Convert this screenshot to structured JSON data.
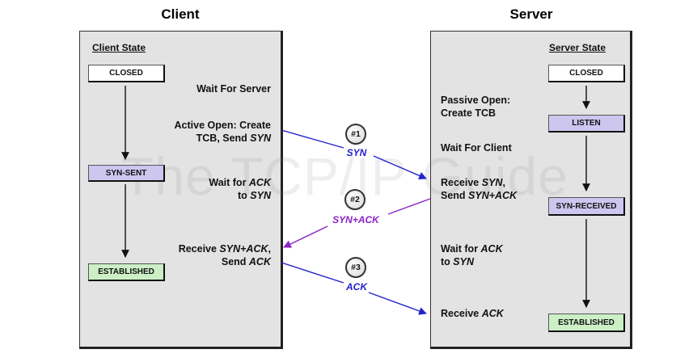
{
  "columns": {
    "client_title": "Client",
    "server_title": "Server"
  },
  "client": {
    "state_header": "Client State",
    "states": {
      "closed": "CLOSED",
      "syn_sent": "SYN-SENT",
      "established": "ESTABLISHED"
    },
    "steps": {
      "wait_for_server": "Wait For Server",
      "active_open_1": "Active Open: Create",
      "active_open_2_prefix": "TCB, Send ",
      "active_open_2_em": "SYN",
      "wait_ack_1_prefix": "Wait for ",
      "wait_ack_1_em": "ACK",
      "wait_ack_2_prefix": "to ",
      "wait_ack_2_em": "SYN",
      "receive_1_prefix": "Receive ",
      "receive_1_em": "SYN+ACK",
      "receive_1_suffix": ",",
      "receive_2_prefix": "Send ",
      "receive_2_em": "ACK"
    }
  },
  "server": {
    "state_header": "Server State",
    "states": {
      "closed": "CLOSED",
      "listen": "LISTEN",
      "syn_received": "SYN-RECEIVED",
      "established": "ESTABLISHED"
    },
    "steps": {
      "passive_open_1": "Passive Open:",
      "passive_open_2": "Create TCB",
      "wait_for_client": "Wait For Client",
      "receive_syn_1_prefix": "Receive ",
      "receive_syn_1_em": "SYN",
      "receive_syn_1_suffix": ",",
      "receive_syn_2_prefix": "Send ",
      "receive_syn_2_em": "SYN+ACK",
      "wait_ack_1_prefix": "Wait for ",
      "wait_ack_1_em": "ACK",
      "wait_ack_2_prefix": "to ",
      "wait_ack_2_em": "SYN",
      "receive_ack_prefix": "Receive ",
      "receive_ack_em": "ACK"
    }
  },
  "messages": [
    {
      "number": "#1",
      "label": "SYN",
      "color": "#2222cc"
    },
    {
      "number": "#2",
      "label": "SYN+ACK",
      "color": "#8a22c8"
    },
    {
      "number": "#3",
      "label": "ACK",
      "color": "#2222cc"
    }
  ],
  "watermark": "The TCP/IP Guide"
}
